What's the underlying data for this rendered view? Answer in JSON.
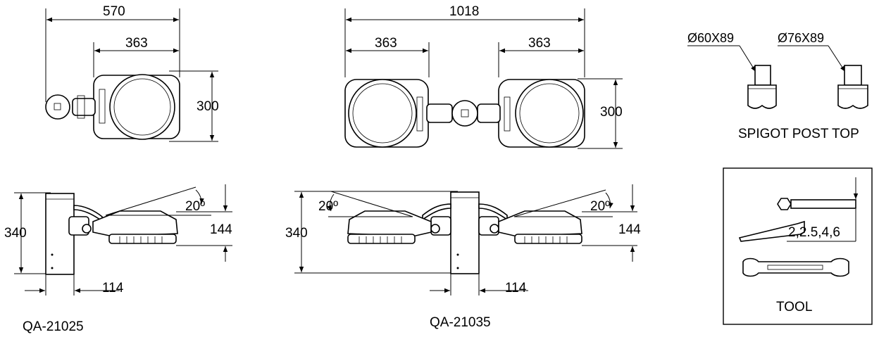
{
  "dims": {
    "a_width": "570",
    "a_head": "363",
    "a_depth": "300",
    "b_width": "1018",
    "b_head_left": "363",
    "b_head_right": "363",
    "b_depth": "300",
    "a_height": "340",
    "a_tilt": "20º",
    "a_head_h": "144",
    "a_post": "114",
    "b_height": "340",
    "b_tilt_left": "20º",
    "b_tilt_right": "20º",
    "b_head_h": "144",
    "b_post": "114"
  },
  "models": {
    "a": "QA-21025",
    "b": "QA-21035"
  },
  "spigot": {
    "left": "Ø60X89",
    "right": "Ø76X89",
    "caption": "SPIGOT POST TOP"
  },
  "tool": {
    "sizes": "2,2.5,4,6",
    "caption": "TOOL"
  }
}
